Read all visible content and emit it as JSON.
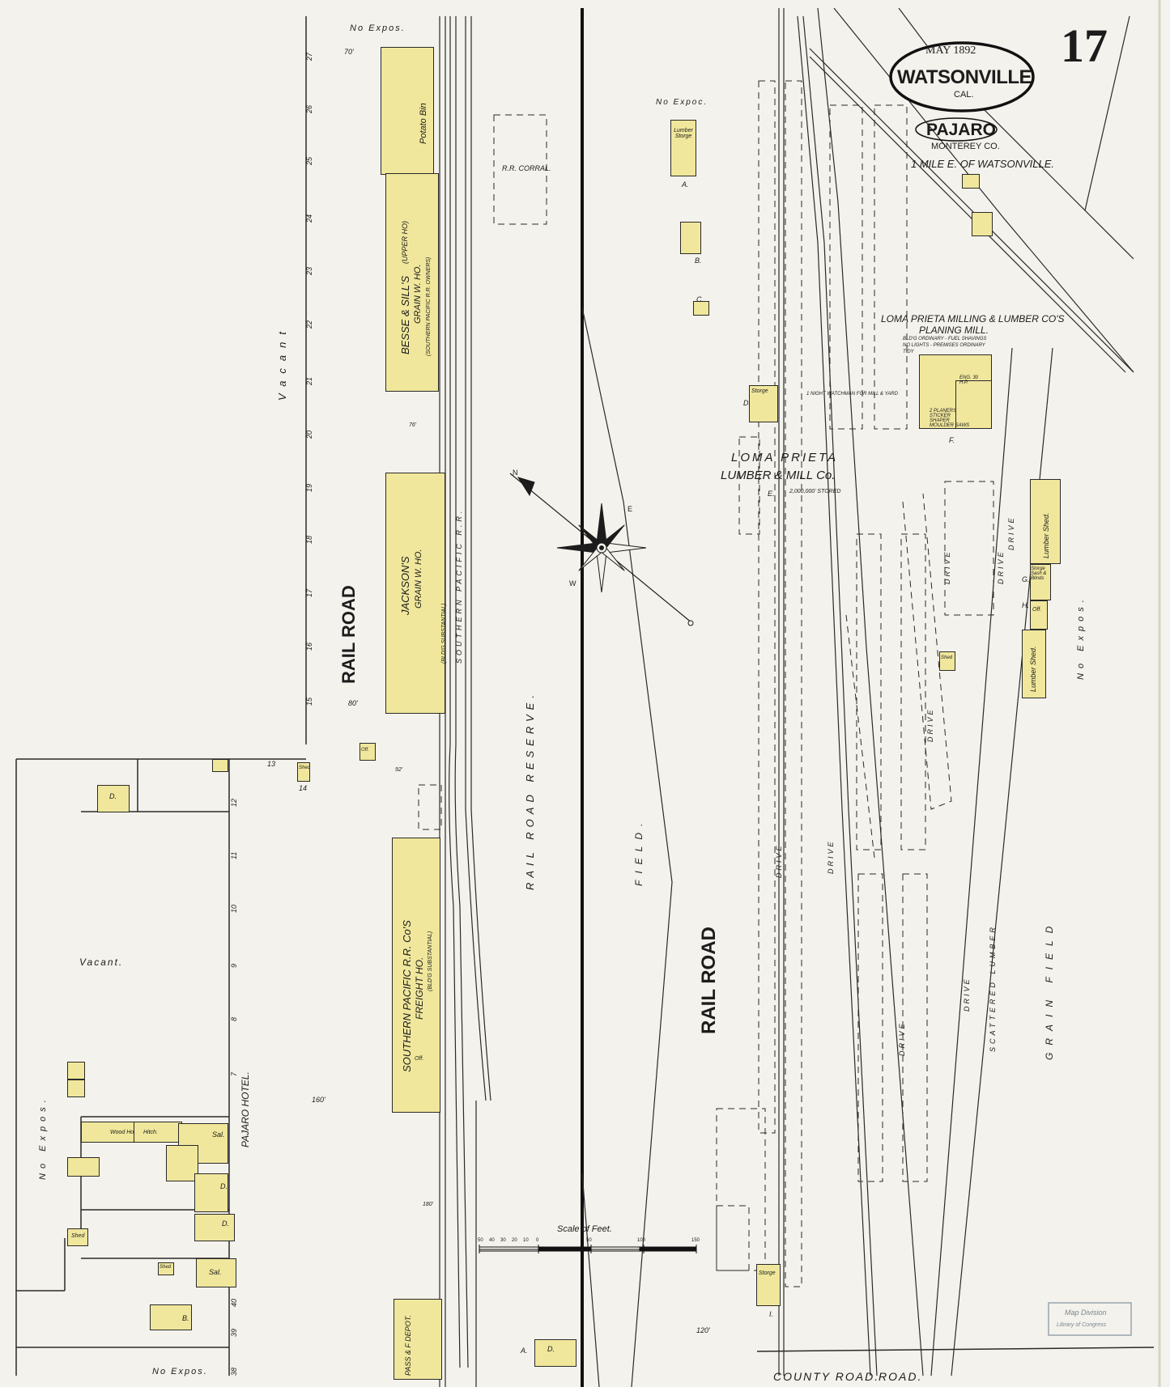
{
  "sheet": {
    "number": "17",
    "town": "WATSONVILLE",
    "state": "CAL.",
    "date": "MAY 1892",
    "locality": "PAJARO",
    "county": "MONTEREY CO.",
    "locality_note": "1 MILE E. OF WATSONVILLE.",
    "stamp": [
      "Map Division",
      "Library of Congress"
    ]
  },
  "labels": {
    "rail_road_left": "RAIL ROAD",
    "rail_road_center": "RAIL ROAD",
    "rail_road_reserve": "RAIL ROAD RESERVE.",
    "field": "FIELD.",
    "grain_field": "GRAIN FIELD",
    "county_road": "COUNTY ROAD.",
    "vacant_top": "Vacant",
    "vacant_bottom": "Vacant.",
    "no_expos_top": "No Expos.",
    "no_expos_mid": "No Expoc.",
    "no_expos_bottom": "No Expos.",
    "no_expos_left": "No Expos.",
    "no_expos_right": "No Expos.",
    "southern_pacific_rr": "SOUTHERN PACIFIC R.R.",
    "rr_corral": "R.R. CORRAL.",
    "pajaro_hotel": "PAJARO HOTEL.",
    "loma_prieta_lumber": "LOMA PRIETA",
    "loma_prieta_lumber_2": "LUMBER & MILL Co.",
    "lumber_stored": "2,000,000' STORED",
    "planing_mill_title": "LOMA PRIETA MILLING & LUMBER CO'S",
    "planing_mill_title_2": "PLANING MILL.",
    "planing_mill_notes": [
      "BLD'G ORDINARY - FUEL SHAVINGS",
      "NO LIGHTS - PREMISES ORDINARY",
      "TIDY"
    ],
    "night_watchman": "1 NIGHT WATCHMAN FOR MILL & YARD",
    "lumber_scattered": "SCATTERED LUMBER",
    "drive": "DRIVE"
  },
  "buildings": {
    "potato_bin": "Potato Bin",
    "besse_sills": "BESSE & SILL'S",
    "besse_sills_sub": "GRAIN W. HO.",
    "besse_sills_upper": "(UPPER HO)",
    "besse_sills_note": "(SOUTHERN PACIFIC R.R. OWNERS)",
    "jacksons": "JACKSON'S",
    "jacksons_sub": "GRAIN W. HO.",
    "jacksons_note": "(BLD'G SUBSTANTIAL)",
    "sp_freight": "SOUTHERN PACIFIC R.R. Co'S",
    "sp_freight_sub": "FREIGHT HO.",
    "sp_freight_note": "(BLD'G SUBSTANTIAL)",
    "pass_depot": "PASS & F DEPOT.",
    "lumber_storage": "Lumber Storge",
    "storage": "Storge",
    "lumber_shed": "Lumber Shed.",
    "storage_sash": "Storge Sash & Blinds",
    "office": "Off.",
    "wood_ho": "Wood Ho.",
    "hitch": "Hitch.",
    "saloon": "Sal.",
    "shed": "Shed",
    "d": "D.",
    "engine": "ENG. 30 H.P.",
    "planers": "2 PLANERS STICKER SHAPER MOULDER SAWS"
  },
  "scale": {
    "title": "Scale of Feet.",
    "ticks": [
      "50",
      "40",
      "30",
      "20",
      "10",
      "0",
      "50",
      "100",
      "150"
    ]
  },
  "compass": {
    "n": "N",
    "e": "E",
    "w": "W"
  },
  "lot_numbers": [
    "27",
    "26",
    "25",
    "24",
    "23",
    "22",
    "21",
    "20",
    "19",
    "18",
    "17",
    "16",
    "15",
    "14",
    "13",
    "12",
    "11",
    "10",
    "9",
    "8",
    "7",
    "40",
    "39",
    "38"
  ],
  "dimensions": [
    "70'",
    "80'",
    "76'",
    "92'",
    "160'",
    "120'",
    "180'"
  ],
  "letters": [
    "A.",
    "B.",
    "C.",
    "D.",
    "E.",
    "F.",
    "G.",
    "H.",
    "I."
  ]
}
